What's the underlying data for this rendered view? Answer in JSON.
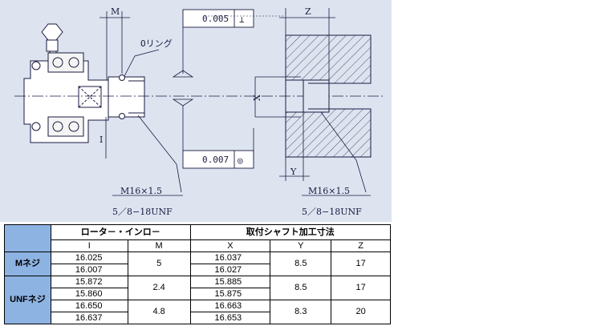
{
  "drawing": {
    "label_M": "M",
    "label_Z": "Z",
    "label_X": "X",
    "label_Y": "Y",
    "label_I": "I",
    "oring_label": "Oリング",
    "perp_tolerance": "0.005",
    "perp_symbol": "⊥",
    "conc_tolerance": "0.007",
    "conc_symbol": "◎",
    "rotor_thread_1": "M16×1.5",
    "rotor_thread_2": "5／8−18UNF",
    "shaft_thread_1": "M16×1.5",
    "shaft_thread_2": "5／8−18UNF"
  },
  "table": {
    "group1": "ロータ－・インロ－",
    "group2": "取付シャフト加工寸法",
    "col_I": "I",
    "col_M": "M",
    "col_X": "X",
    "col_Y": "Y",
    "col_Z": "Z",
    "row_m": "Mネジ",
    "row_unf": "UNFネジ",
    "m_I1": "16.025",
    "m_I2": "16.007",
    "m_M": "5",
    "m_X1": "16.037",
    "m_X2": "16.027",
    "m_Y": "8.5",
    "m_Z": "17",
    "u1_I1": "15.872",
    "u1_I2": "15.860",
    "u1_M": "2.4",
    "u1_X1": "15.885",
    "u1_X2": "15.875",
    "u1_Y": "8.5",
    "u1_Z": "17",
    "u2_I1": "16.650",
    "u2_I2": "16.637",
    "u2_M": "4.8",
    "u2_X1": "16.663",
    "u2_X2": "16.653",
    "u2_Y": "8.3",
    "u2_Z": "20"
  }
}
